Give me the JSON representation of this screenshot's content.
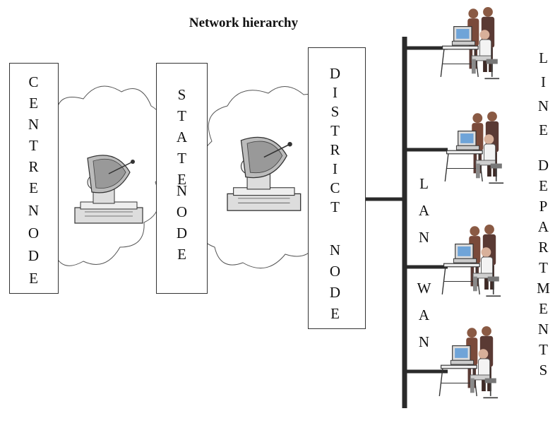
{
  "title": "Network hierarchy",
  "centre_node": {
    "line1": "CENTRE",
    "line2": "NODE"
  },
  "state_node": {
    "line1": "STATE",
    "line2": "NODE"
  },
  "district_node": {
    "line1": "DISTRICT",
    "line2": "NODE"
  },
  "network": {
    "line1": "LAN",
    "line2": "WAN"
  },
  "line_departments": {
    "line1": "LINE",
    "line2": "DEPARTMENTS"
  },
  "icons": [
    "cloud-icon",
    "satellite-dish-icon",
    "workstation-icon"
  ],
  "colors": {
    "line": "#2a2a2a",
    "person_shirt": "#7a4a3a",
    "person_dark": "#5a3a34",
    "screen": "#6fa4d8",
    "cloud": "#555555"
  }
}
